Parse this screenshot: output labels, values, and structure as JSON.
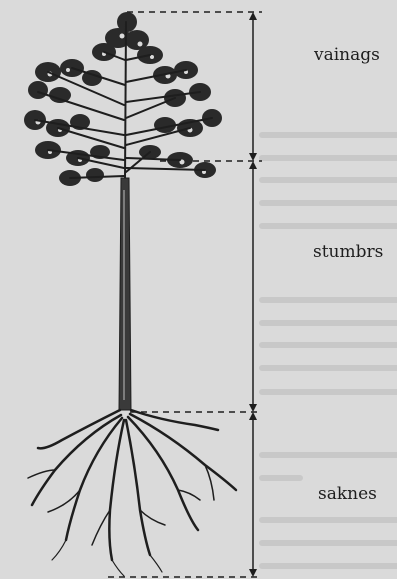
{
  "figure": {
    "labels": {
      "crown": "vainags",
      "trunk": "stumbrs",
      "roots": "saknes"
    },
    "colors": {
      "background": "#dadada",
      "ink": "#1e1e1e",
      "faded_text": "#c8c8c8"
    }
  }
}
